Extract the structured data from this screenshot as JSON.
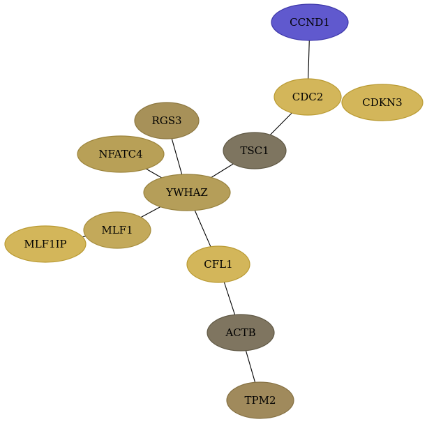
{
  "nodes": [
    {
      "id": "CCND1",
      "label": "CCND1",
      "fill": "#6059ce",
      "stroke": "#3d37a9"
    },
    {
      "id": "CDC2",
      "label": "CDC2",
      "fill": "#d3b65a",
      "stroke": "#b99a32"
    },
    {
      "id": "CDKN3",
      "label": "CDKN3",
      "fill": "#d3b65a",
      "stroke": "#b99a32"
    },
    {
      "id": "RGS3",
      "label": "RGS3",
      "fill": "#a79159",
      "stroke": "#8c7740"
    },
    {
      "id": "TSC1",
      "label": "TSC1",
      "fill": "#7e7560",
      "stroke": "#5f5844"
    },
    {
      "id": "NFATC4",
      "label": "NFATC4",
      "fill": "#b8a057",
      "stroke": "#9c843c"
    },
    {
      "id": "YWHAZ",
      "label": "YWHAZ",
      "fill": "#b59e59",
      "stroke": "#98823e"
    },
    {
      "id": "MLF1",
      "label": "MLF1",
      "fill": "#c3a95a",
      "stroke": "#a68d3d"
    },
    {
      "id": "MLF1IP",
      "label": "MLF1IP",
      "fill": "#d3b65a",
      "stroke": "#b99a32"
    },
    {
      "id": "CFL1",
      "label": "CFL1",
      "fill": "#d3b65a",
      "stroke": "#b99a32"
    },
    {
      "id": "ACTB",
      "label": "ACTB",
      "fill": "#7f7560",
      "stroke": "#5f5844"
    },
    {
      "id": "TPM2",
      "label": "TPM2",
      "fill": "#a08a5c",
      "stroke": "#857042"
    }
  ],
  "edges": [
    {
      "source": "CCND1",
      "target": "CDC2"
    },
    {
      "source": "CDC2",
      "target": "TSC1"
    },
    {
      "source": "TSC1",
      "target": "YWHAZ"
    },
    {
      "source": "RGS3",
      "target": "YWHAZ"
    },
    {
      "source": "NFATC4",
      "target": "YWHAZ"
    },
    {
      "source": "YWHAZ",
      "target": "MLF1"
    },
    {
      "source": "MLF1",
      "target": "MLF1IP"
    },
    {
      "source": "YWHAZ",
      "target": "CFL1"
    },
    {
      "source": "CFL1",
      "target": "ACTB"
    },
    {
      "source": "ACTB",
      "target": "TPM2"
    }
  ]
}
